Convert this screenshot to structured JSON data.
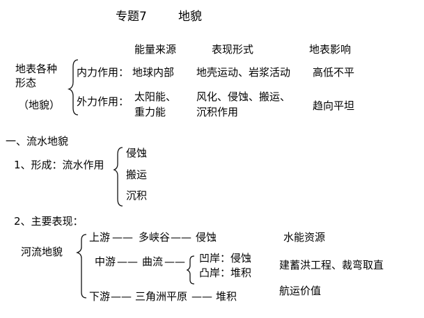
{
  "title": {
    "topic": "专题7",
    "name": "地貌"
  },
  "overview": {
    "headers": [
      "能量来源",
      "表现形式",
      "地表影响"
    ],
    "subject": {
      "line1": "地表各种",
      "line2": "形态",
      "line3": "（地貌）"
    },
    "internal": {
      "label": "内力作用：",
      "source": "地球内部",
      "form": "地壳运动、岩浆活动",
      "effect": "高低不平"
    },
    "external": {
      "label": "外力作用：",
      "source_line1": "太阳能、",
      "source_line2": "重力能",
      "form_line1": "风化、侵蚀、搬运、",
      "form_line2": "沉积作用",
      "effect": "趋向平坦"
    }
  },
  "section1": {
    "heading": "一、流水地貌",
    "formation_label": "1、形成：流水作用",
    "processes": [
      "侵蚀",
      "搬运",
      "沉积"
    ]
  },
  "section2": {
    "heading": "2、主要表现：",
    "river_label": "河流地貌",
    "upper": {
      "name": "上游",
      "dash1": "——",
      "form": "多峡谷",
      "dash2": "——",
      "process": "侵蚀"
    },
    "middle": {
      "name": "中游",
      "dash1": "——",
      "form": "曲流",
      "dash2": "——",
      "concave": "凹岸：侵蚀",
      "convex": "凸岸：堆积"
    },
    "lower": {
      "name": "下游",
      "dash1": "——",
      "form": "三角洲平原",
      "dash2": "——",
      "process": "堆积"
    },
    "values": [
      "水能资源",
      "建蓄洪工程、裁弯取直",
      "航运价值"
    ]
  }
}
